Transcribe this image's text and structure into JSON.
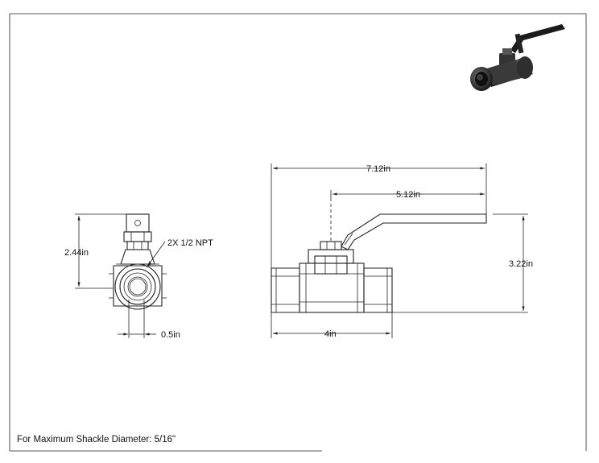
{
  "dimensions": {
    "overall_length": "7.12in",
    "handle_length": "5.12in",
    "height": "3.22in",
    "body_length": "4in",
    "side_height": "2.44in",
    "port_size": "0.5in",
    "thread_callout": "2X 1/2 NPT"
  },
  "note": "For Maximum Shackle Diameter: 5/16\"",
  "colors": {
    "line": "#222222",
    "background": "#ffffff",
    "iso_body": "#2b2b2b",
    "iso_handle": "#1a1a1a"
  },
  "icons": [
    "ball-valve-isometric-icon"
  ]
}
